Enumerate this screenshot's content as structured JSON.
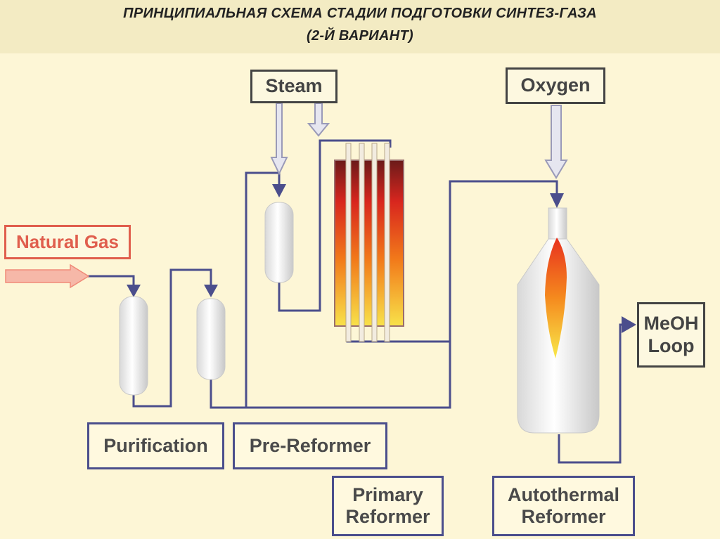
{
  "title": {
    "line1": "ПРИНЦИПИАЛЬНАЯ СХЕМА СТАДИИ ПОДГОТОВКИ СИНТЕЗ-ГАЗА",
    "line2": "(2-Й ВАРИАНТ)"
  },
  "inputs": {
    "steam": "Steam",
    "oxygen": "Oxygen",
    "natural_gas": "Natural Gas"
  },
  "stages": {
    "purification": "Purification",
    "pre_reformer": "Pre-Reformer",
    "primary_reformer_line1": "Primary",
    "primary_reformer_line2": "Reformer",
    "autothermal_reformer_line1": "Autothermal",
    "autothermal_reformer_line2": "Reformer"
  },
  "outputs": {
    "meoh_line1": "MeOH",
    "meoh_line2": "Loop"
  },
  "colors": {
    "pipe": "#4b4e8c",
    "steam_arrow": "#9a9ab8",
    "natural_gas_arrow": "#f2a08c",
    "label_border": "#4b4e8c"
  }
}
